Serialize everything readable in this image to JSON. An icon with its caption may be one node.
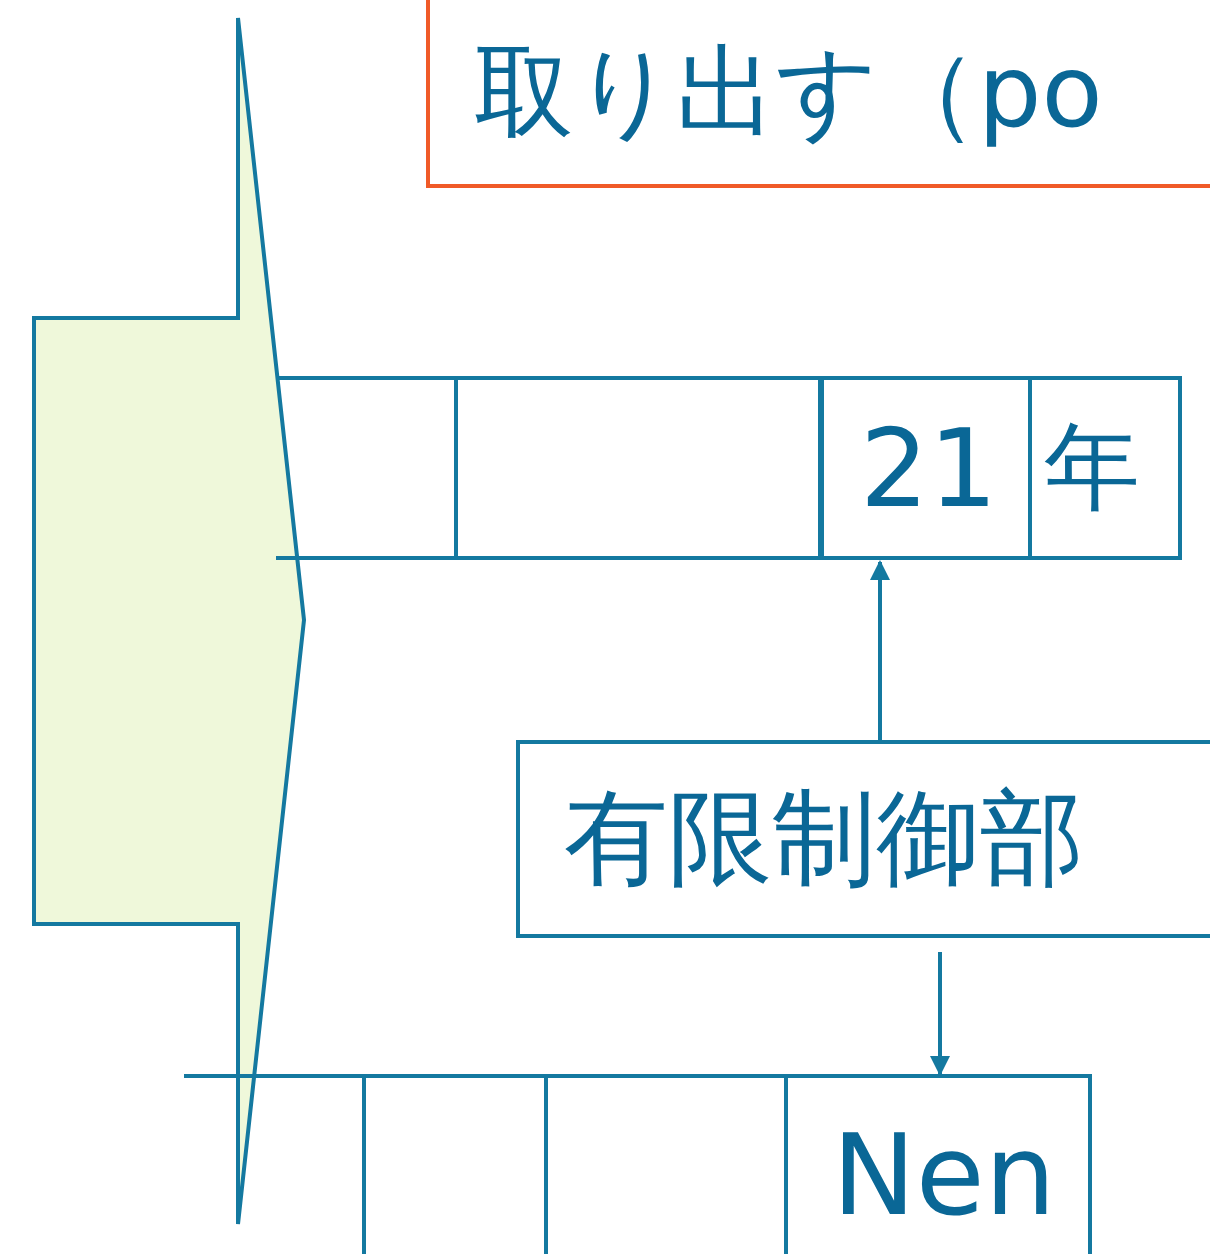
{
  "diagram": {
    "nodes": [
      {
        "text": [
          "取り出す（po"
        ]
      },
      {
        "text": [
          "21"
        ]
      },
      {
        "text": [
          "年"
        ]
      },
      {
        "text": [
          "有限制御部"
        ]
      },
      {
        "text": [
          "Nen"
        ]
      }
    ],
    "edges": [
      {
        "from": 3,
        "to": 1,
        "arrow": "to"
      },
      {
        "from": 3,
        "to": 4,
        "arrow": "to"
      }
    ]
  }
}
